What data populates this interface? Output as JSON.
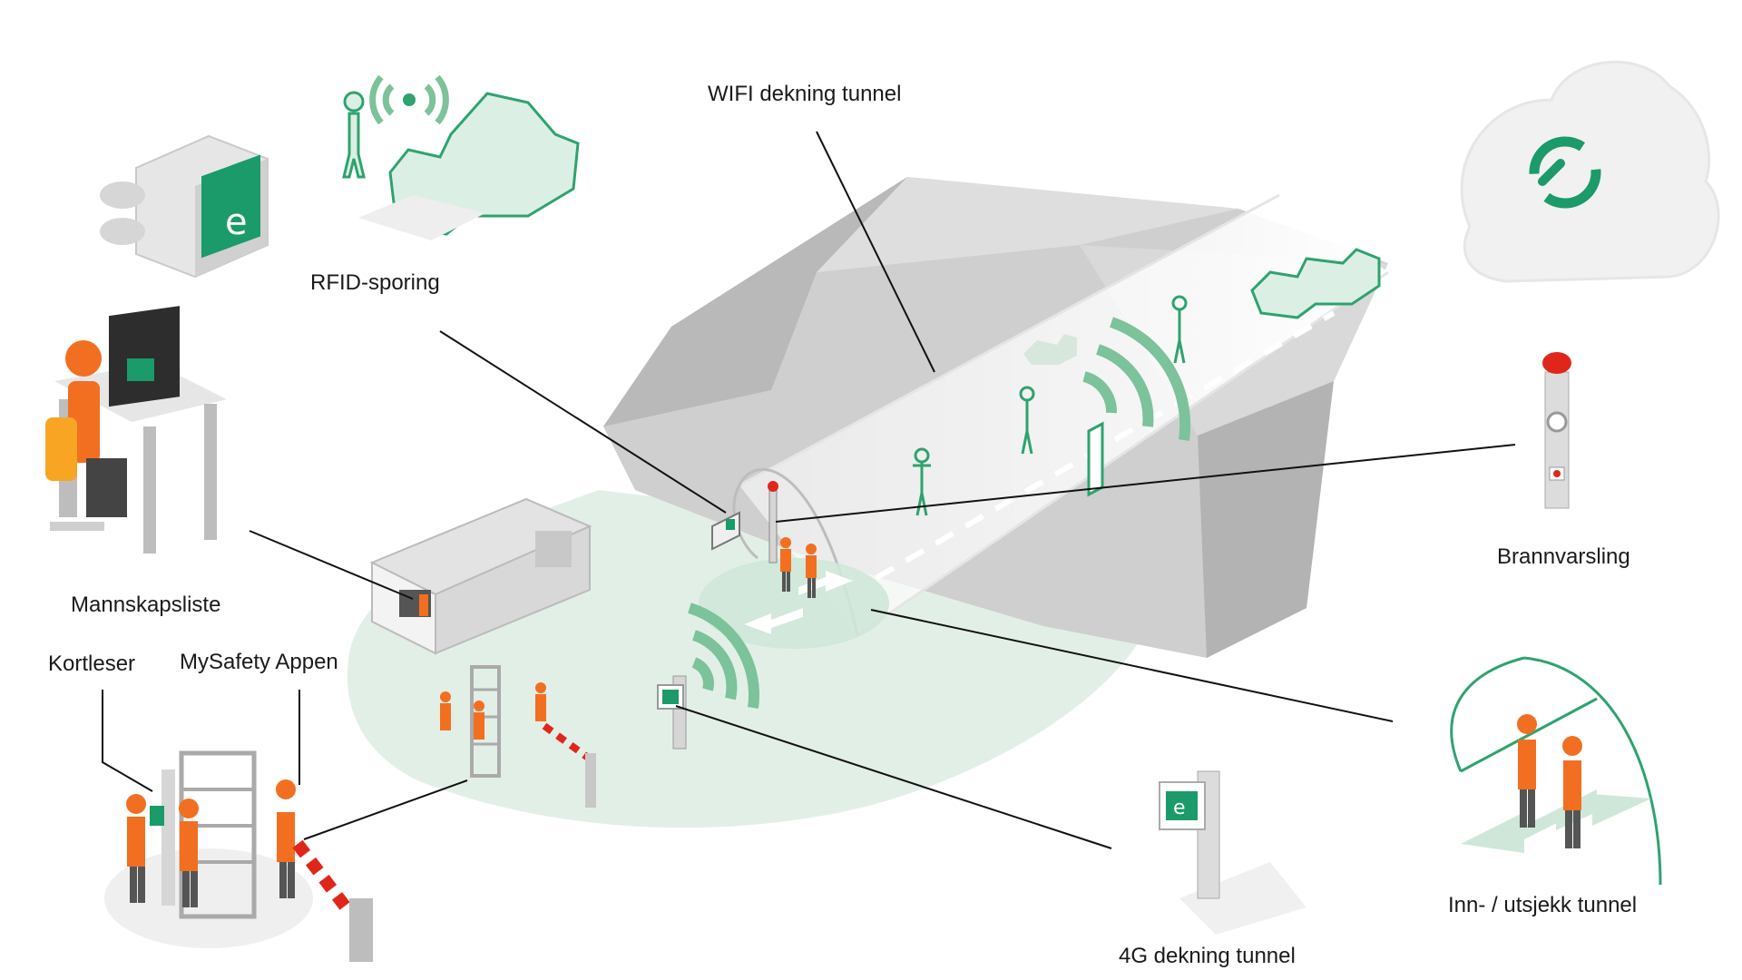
{
  "labels": {
    "wifi": "WIFI dekning tunnel",
    "rfid": "RFID-sporing",
    "crew_list": "Mannskapsliste",
    "card_reader": "Kortleser",
    "app": "MySafety Appen",
    "fire_alarm": "Brannvarsling",
    "checkin": "Inn- / utsjekk tunnel",
    "g4": "4G dekning tunnel"
  },
  "colors": {
    "green": "#1b9a6a",
    "green_light": "#d7ece1",
    "green_outline": "#2ea36e",
    "rock": "#c9c9c9",
    "rock_dark": "#a9a9a9",
    "orange": "#f26f21",
    "alarm_red": "#e0261b",
    "leader_line": "#111111"
  },
  "icons": [
    "cloud-sync-icon",
    "rfid-reader-icon",
    "wifi-signal-icon",
    "computer-monitor-icon",
    "turnstile-icon",
    "boom-barrier-icon",
    "alarm-beacon-icon",
    "direction-arrow-icon"
  ]
}
